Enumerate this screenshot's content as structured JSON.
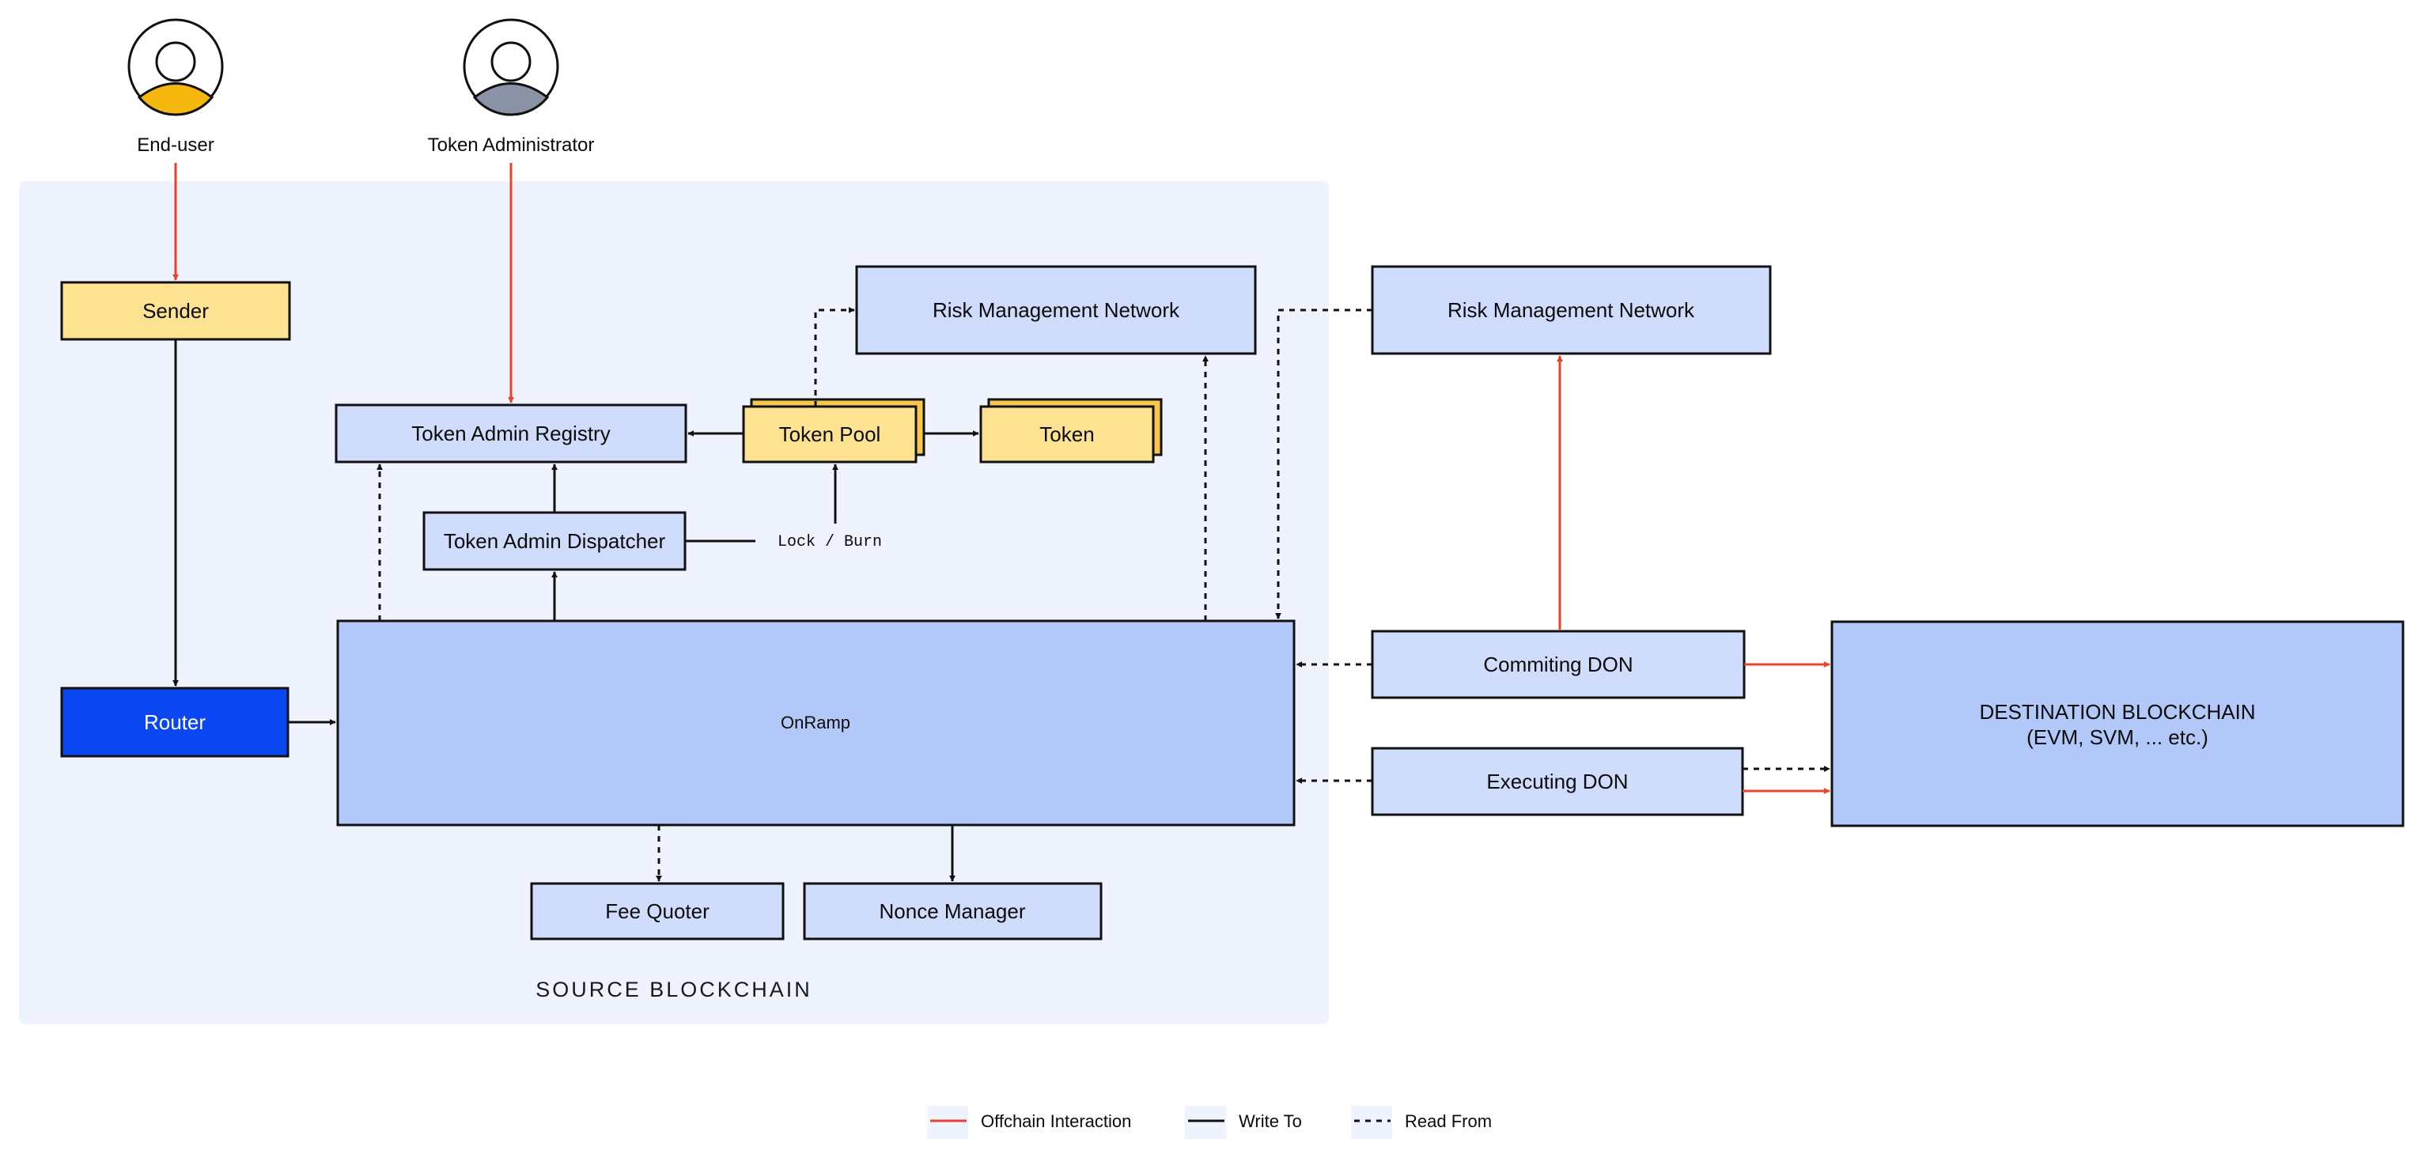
{
  "actors": {
    "end_user": "End-user",
    "token_admin": "Token Administrator"
  },
  "regions": {
    "source": "SOURCE BLOCKCHAIN"
  },
  "nodes": {
    "sender": "Sender",
    "router": "Router",
    "token_admin_registry": "Token Admin Registry",
    "token_pool": "Token Pool",
    "token": "Token",
    "rmn_source": "Risk Management Network",
    "token_admin_dispatcher": "Token Admin Dispatcher",
    "lock_burn": "Lock / Burn",
    "onramp": "OnRamp",
    "fee_quoter": "Fee Quoter",
    "nonce_manager": "Nonce Manager",
    "rmn_dest": "Risk Management Network",
    "committing_don": "Commiting DON",
    "executing_don": "Executing DON",
    "destination_line1": "DESTINATION BLOCKCHAIN",
    "destination_line2": "(EVM, SVM, ... etc.)"
  },
  "legend": {
    "offchain": "Offchain Interaction",
    "write": "Write To",
    "read": "Read From"
  },
  "colors": {
    "offchain": "#e8412c",
    "write": "#111111",
    "region_bg": "#eef3fd",
    "node_blue": "#d0dcfc",
    "onramp_blue": "#b2c8f8",
    "router_blue": "#0a46f2",
    "node_yellow": "#fde391",
    "stack_yellow": "#f8c64a"
  }
}
